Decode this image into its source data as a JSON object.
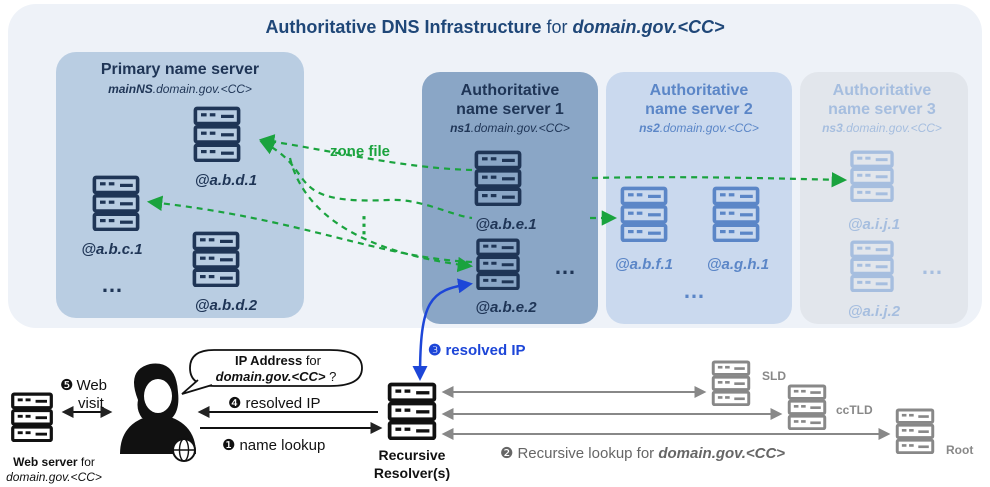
{
  "title": {
    "bold": "Authoritative DNS Infrastructure",
    "mid": " for ",
    "domain": "domain.gov.<CC>"
  },
  "primary": {
    "heading": "Primary name server",
    "ns_bold": "mainNS",
    "ns_rest": ".domain.gov.<CC>",
    "servers": [
      "@a.b.d.1",
      "@a.b.c.1",
      "@a.b.d.2"
    ],
    "ellipsis": "…"
  },
  "auth1": {
    "line1": "Authoritative",
    "line2": "name server 1",
    "ns_bold": "ns1",
    "ns_rest": ".domain.gov.<CC>",
    "servers": [
      "@a.b.e.1",
      "@a.b.e.2"
    ],
    "ellipsis": "…"
  },
  "auth2": {
    "line1": "Authoritative",
    "line2": "name server 2",
    "ns_bold": "ns2",
    "ns_rest": ".domain.gov.<CC>",
    "servers": [
      "@a.b.f.1",
      "@a.g.h.1"
    ],
    "ellipsis": "…"
  },
  "auth3": {
    "line1": "Authoritative",
    "line2": "name server 3",
    "ns_bold": "ns3",
    "ns_rest": ".domain.gov.<CC>",
    "servers": [
      "@a.i.j.1",
      "@a.i.j.2"
    ],
    "ellipsis": "…"
  },
  "zone_file": "zone file",
  "vertical_dots": "⋮",
  "resolved_ip_3": {
    "num": "❸",
    "text": "resolved IP"
  },
  "bubble": {
    "line1_bold": "IP Address",
    "line1_rest": " for",
    "line2_bold": "domain.gov.<CC>",
    "line2_rest": " ?"
  },
  "step5": {
    "num": "❺",
    "line1": "Web",
    "line2": "visit"
  },
  "step4": {
    "num": "❹",
    "text": "resolved IP"
  },
  "step1": {
    "num": "❶",
    "text": "name lookup"
  },
  "step2": {
    "num": "❷",
    "text": "Recursive lookup for ",
    "domain": "domain.gov.<CC>"
  },
  "webserver": {
    "bold": "Web server",
    "rest": " for",
    "line2": "domain.gov.<CC>"
  },
  "resolver": {
    "line1": "Recursive",
    "line2": "Resolver(s)"
  },
  "hierarchy": {
    "sld": "SLD",
    "cctld": "ccTLD",
    "root": "Root"
  },
  "colors": {
    "outer_bg": "#eef2f8",
    "primary_bg": "#b9cde2",
    "auth1_bg": "#8aa6c6",
    "auth2_bg": "#cad9ee",
    "auth3_bg": "#e2e6ec",
    "dark_text": "#1f3556",
    "auth2_text": "#5b86c7",
    "auth3_text": "#a6bedf",
    "green": "#1aa33e",
    "blue": "#1d46d8",
    "grey": "#888888"
  }
}
